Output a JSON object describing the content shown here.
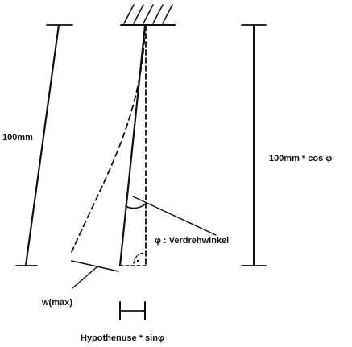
{
  "labels": {
    "length_left": "100mm",
    "length_right": "100mm * cos φ",
    "angle": "φ : Verdrehwinkel",
    "deflection": "w(max)",
    "horizontal": "Hypothenuse * sinφ"
  },
  "colors": {
    "stroke": "#111111",
    "background": "#ffffff"
  }
}
